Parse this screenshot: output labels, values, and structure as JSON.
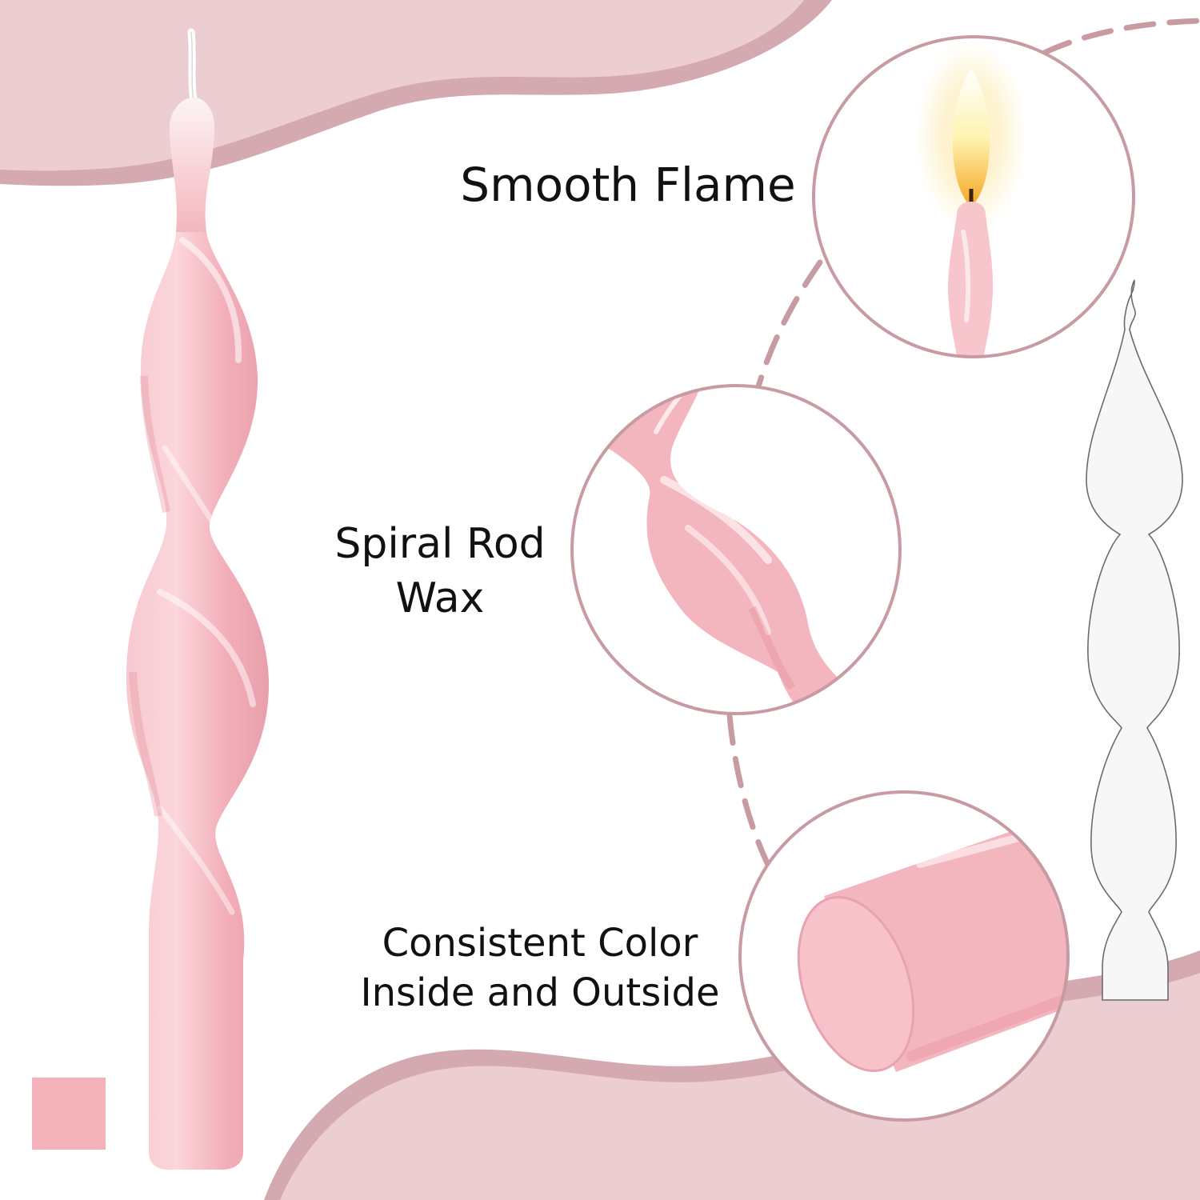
{
  "features": [
    {
      "lines": [
        "Smooth Flame"
      ]
    },
    {
      "lines": [
        "Spiral Rod",
        "Wax"
      ]
    },
    {
      "lines": [
        "Consistent Color",
        "Inside and Outside"
      ]
    }
  ],
  "colors": {
    "background": "#ffffff",
    "wave_light": "#eccdd1",
    "wave_dark": "#d5a9b0",
    "ring": "#c89aa2",
    "candle_pink": "#f4b6be",
    "candle_shadow": "#e6939f",
    "swatch": "#f4b3bb",
    "text": "#111111"
  },
  "swatch": {
    "color_name": "pink"
  },
  "icons": [
    "flame-icon",
    "candle-outline-icon",
    "color-swatch"
  ]
}
